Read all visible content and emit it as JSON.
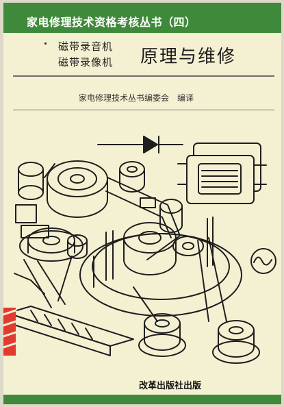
{
  "header": {
    "series_title": "家电修理技术资格考核丛书（四）"
  },
  "title": {
    "subject_line_1": "磁带录音机",
    "subject_line_2": "磁带录像机",
    "main": "原理与维修"
  },
  "editor": "家电修理技术丛书编委会　编译",
  "publisher": "改革出版社出版",
  "colors": {
    "brand_green": "#3f8a3a",
    "cover_bg": "#f4f0d2",
    "accent_red": "#e23a2e"
  },
  "illustration": {
    "subject": "line drawing of tape recorder and video recorder mechanism parts",
    "icons": [
      "diode-symbol",
      "transformer-coil",
      "tape-reels",
      "capstan-pulleys",
      "circuit-board",
      "phase-symbol"
    ]
  }
}
